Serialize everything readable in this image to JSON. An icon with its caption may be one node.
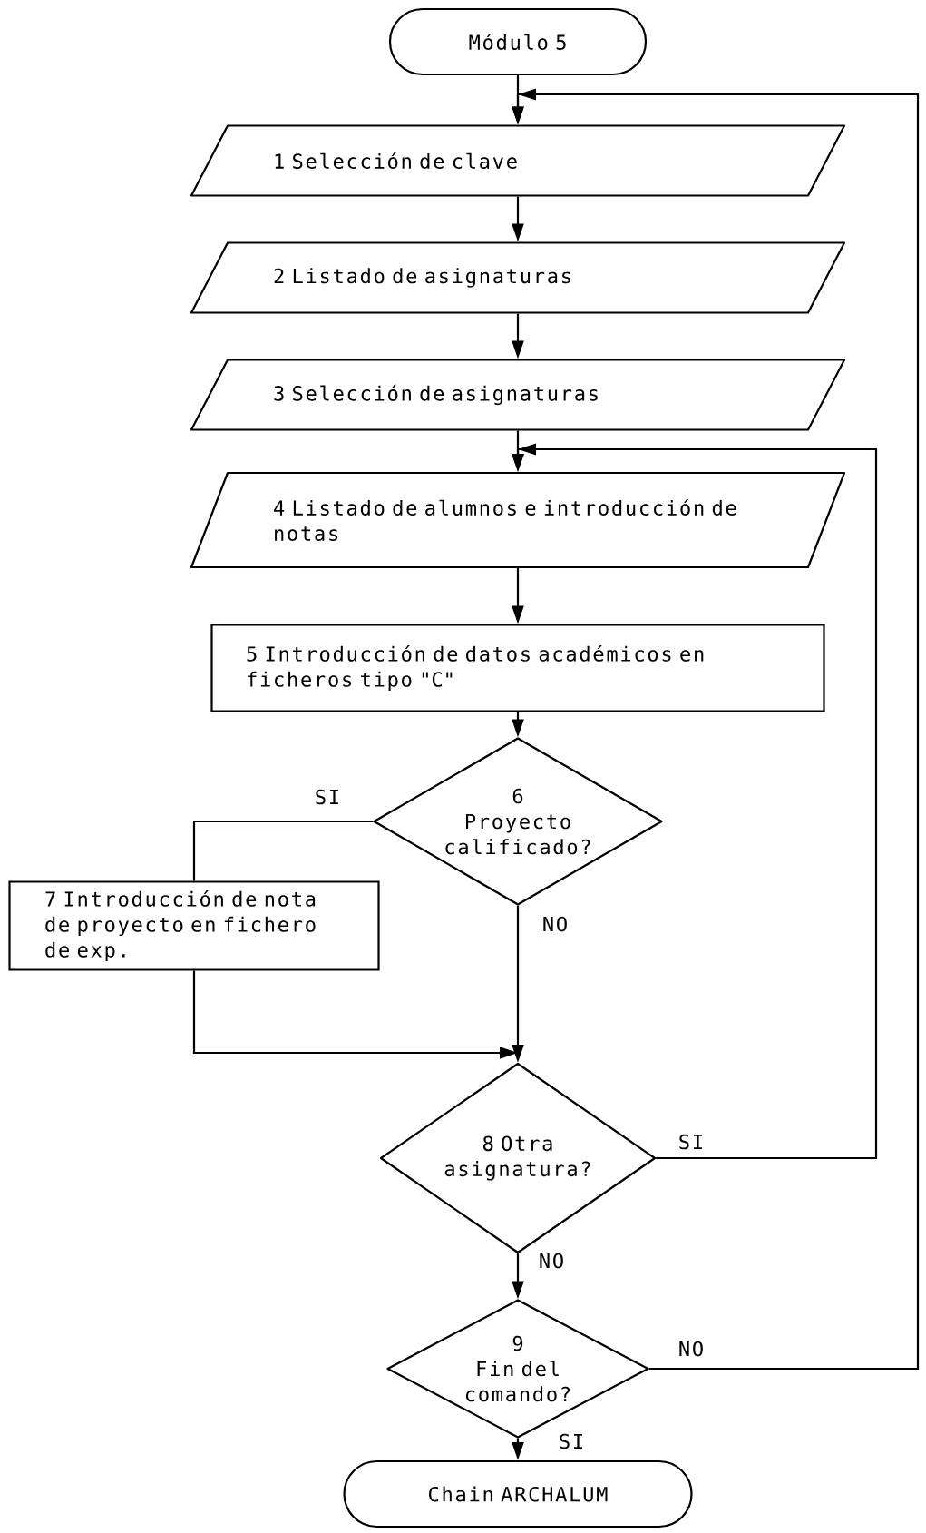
{
  "diagram": {
    "nodes": [
      {
        "text": [
          "Módulo 5"
        ]
      },
      {
        "text": [
          "1 Selección de clave"
        ]
      },
      {
        "text": [
          "2 Listado de asignaturas"
        ]
      },
      {
        "text": [
          "3 Selección de asignaturas"
        ]
      },
      {
        "text": [
          "4 Listado de alumnos e introducción de notas"
        ]
      },
      {
        "text": [
          "5 Introducción de datos académicos en ficheros tipo \"C\""
        ]
      },
      {
        "text": [
          "6",
          "Proyecto calificado?"
        ]
      },
      {
        "text": [
          "7 Introducción de nota de proyecto en fichero de exp."
        ]
      },
      {
        "text": [
          "8 Otra asignatura?"
        ]
      },
      {
        "text": [
          "9",
          "Fin del comando?"
        ]
      },
      {
        "text": [
          "Chain ARCHALUM"
        ]
      }
    ],
    "edges": [
      {
        "from": 0,
        "to": 1,
        "arrow": "to"
      },
      {
        "from": 1,
        "to": 2,
        "arrow": "to"
      },
      {
        "from": 2,
        "to": 3,
        "arrow": "to"
      },
      {
        "from": 3,
        "to": 4,
        "arrow": "to"
      },
      {
        "from": 4,
        "to": 5,
        "arrow": "to"
      },
      {
        "from": 5,
        "to": 6,
        "arrow": "to"
      },
      {
        "from": 6,
        "to": 7,
        "arrow": "none",
        "label": "SI"
      },
      {
        "from": 6,
        "to": 8,
        "arrow": "to",
        "label": "NO"
      },
      {
        "from": 7,
        "to": 8,
        "arrow": "to"
      },
      {
        "from": 8,
        "to": 4,
        "arrow": "to",
        "label": "SI"
      },
      {
        "from": 8,
        "to": 9,
        "arrow": "to",
        "label": "NO"
      },
      {
        "from": 9,
        "to": 10,
        "arrow": "to",
        "label": "SI"
      },
      {
        "from": 9,
        "to": 1,
        "arrow": "to",
        "label": "NO"
      }
    ]
  }
}
